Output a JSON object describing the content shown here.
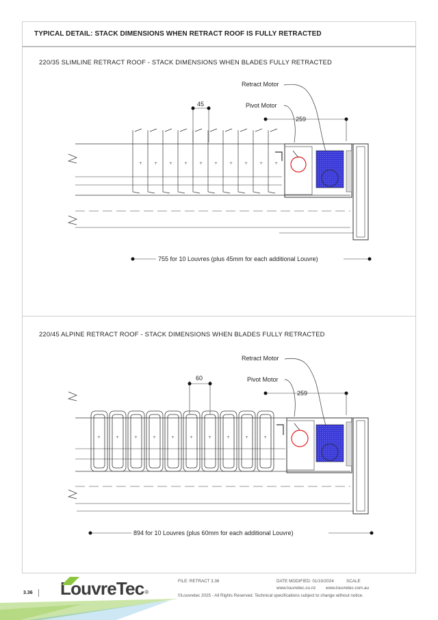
{
  "doc": {
    "title": "TYPICAL DETAIL: STACK DIMENSIONS WHEN RETRACT ROOF IS FULLY RETRACTED"
  },
  "sections": [
    {
      "title": "220/35 SLIMLINE RETRACT ROOF - STACK DIMENSIONS WHEN BLADES FULLY RETRACTED",
      "labels": {
        "retract_motor": "Retract Motor",
        "pivot_motor": "Pivot Motor",
        "pitch": "45",
        "motor_dim": "259",
        "overall_dim": "755 for 10 Louvres (plus 45mm for each additional Louvre)"
      }
    },
    {
      "title": "220/45 ALPINE RETRACT ROOF - STACK DIMENSIONS WHEN BLADES FULLY RETRACTED",
      "labels": {
        "retract_motor": "Retract Motor",
        "pivot_motor": "Pivot Motor",
        "pitch": "60",
        "motor_dim": "259",
        "overall_dim": "894 for 10 Louvres (plus 60mm for each additional Louvre)"
      }
    }
  ],
  "footer": {
    "page_number": "3.36",
    "brand": "LouvreTec",
    "brand_mark": "®",
    "file": "FILE: RETRACT 3.36",
    "date_modified": "DATE MODIFIED: 01/10/2024",
    "scale": "SCALE",
    "website_nz": "www.louvretec.co.nz",
    "website_au": "www.louvretec.com.au",
    "copyright": "©Louvretec 2025 - All Rights Reserved. Technical specifications subject to change without notice."
  },
  "colors": {
    "motor_fill": "#3a3ad8",
    "pivot_circle": "#e02020",
    "accent_green": "#8cc63f",
    "accent_blue": "#3aa0d8"
  }
}
